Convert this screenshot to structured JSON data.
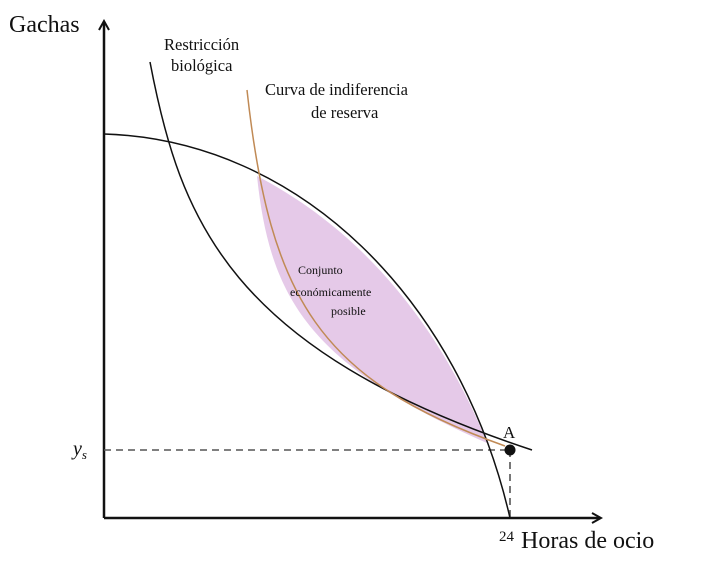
{
  "axes": {
    "y_label": "Gachas",
    "x_label": "Horas de ocio",
    "x_tick": "24",
    "y_tick": "y",
    "y_tick_subscript": "s"
  },
  "curves": {
    "biological": [
      "Restricción",
      "biológica"
    ],
    "indifference": [
      "Curva de indiferencia",
      "de reserva"
    ]
  },
  "region": {
    "label": [
      "Conjunto",
      "económicamente",
      "posible"
    ],
    "fill": "#e5c9e8"
  },
  "point": {
    "label": "A"
  },
  "colors": {
    "axis": "#111111",
    "indifference_curve": "#c08a55",
    "dashed": "#555555",
    "region_fill": "#e5c9e8"
  }
}
